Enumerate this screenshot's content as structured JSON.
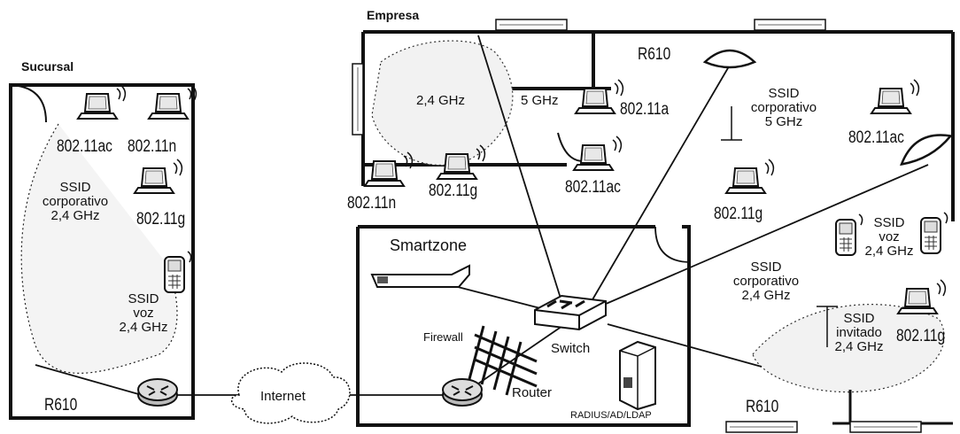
{
  "zones": {
    "sucursal": "Sucursal",
    "empresa": "Empresa",
    "smartzone": "Smartzone"
  },
  "ap_labels": {
    "sucursal_ap": "R610",
    "empresa_ap": "R610",
    "anexo_ap": "R610"
  },
  "network": {
    "internet": "Internet",
    "firewall": "Firewall",
    "switch": "Switch",
    "router": "Router",
    "radius": "RADIUS/AD/LDAP"
  },
  "sucursal": {
    "clients": [
      "802.11ac",
      "802.11n",
      "802.11g"
    ],
    "ssid_corp": [
      "SSID",
      "corporativo",
      "2,4 GHz"
    ],
    "ssid_voz": [
      "SSID",
      "voz",
      "2,4 GHz"
    ]
  },
  "empresa": {
    "bands": [
      "2,4 GHz",
      "5 GHz"
    ],
    "clients": [
      "802.11n",
      "802.11g",
      "802.11a",
      "802.11ac"
    ]
  },
  "anexo": {
    "ssid_corp5": [
      "SSID",
      "corporativo",
      "5 GHz"
    ],
    "ssid_voz": [
      "SSID",
      "voz",
      "2,4 GHz"
    ],
    "ssid_corp24": [
      "SSID",
      "corporativo",
      "2,4 GHz"
    ],
    "ssid_invitado": [
      "SSID",
      "invitado",
      "2,4 GHz"
    ],
    "clients": [
      "802.11ac",
      "802.11g",
      "802.11g"
    ]
  }
}
